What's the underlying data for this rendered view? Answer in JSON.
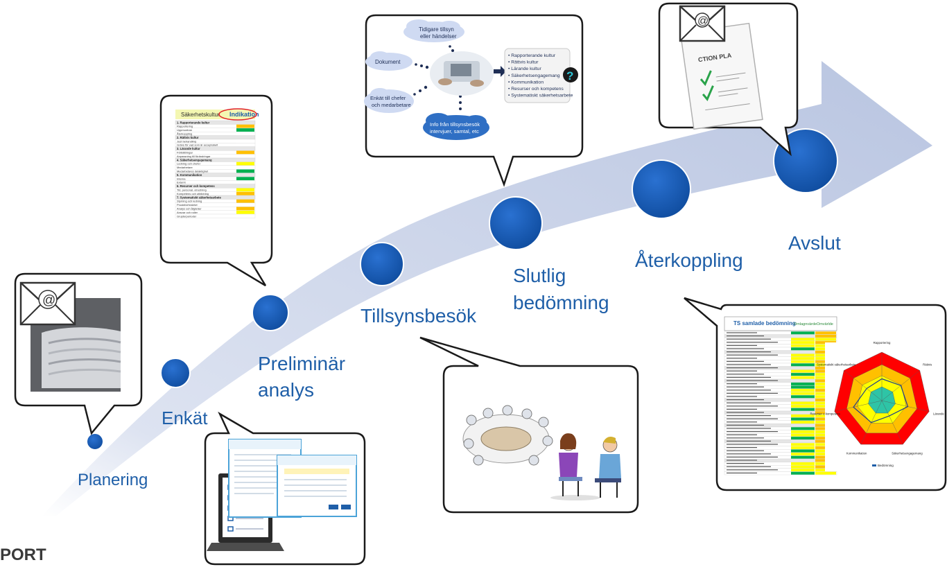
{
  "stages": [
    {
      "id": "planering",
      "label": "Planering"
    },
    {
      "id": "enkat",
      "label": "Enkät"
    },
    {
      "id": "preliminar",
      "label_line1": "Preliminär",
      "label_line2": "analys"
    },
    {
      "id": "tillsyn",
      "label": "Tillsynsbesök"
    },
    {
      "id": "slutlig",
      "label_line1": "Slutlig",
      "label_line2": "bedömning"
    },
    {
      "id": "aterkoppling",
      "label": "Återkoppling"
    },
    {
      "id": "avslut",
      "label": "Avslut"
    }
  ],
  "footer": {
    "brand_fragment": "PORT"
  },
  "bubbles": {
    "indication_table": {
      "title": "Säkerhetskultur",
      "title_highlight": "Indikation",
      "sections": [
        {
          "title": "1. Rapporterande kultur",
          "rows": [
            {
              "label": "Rapportering",
              "status": "orange"
            },
            {
              "label": "Uppmuntran",
              "status": "green"
            },
            {
              "label": "Återkoppling",
              "status": "none"
            }
          ]
        },
        {
          "title": "2. Rättvis kultur",
          "rows": [
            {
              "label": "Just behandling",
              "status": "none"
            },
            {
              "label": "Gräns för vad som är acceptabelt",
              "status": "none"
            }
          ]
        },
        {
          "title": "3. Lärande kultur",
          "rows": [
            {
              "label": "Förbättringar",
              "status": "orange"
            },
            {
              "label": "Anpassning till förändringar",
              "status": "none"
            }
          ]
        },
        {
          "title": "4. Säkerhetsengagemang",
          "rows": [
            {
              "label": "Ledning och chefer",
              "status": "yellow"
            },
            {
              "label": "Medarbetare",
              "status": "none"
            },
            {
              "label": "Medarbetares delaktighet",
              "status": "green"
            }
          ]
        },
        {
          "title": "5. Kommunikation",
          "rows": [
            {
              "label": "Interna",
              "status": "green"
            },
            {
              "label": "Externt",
              "status": "none"
            }
          ]
        },
        {
          "title": "6. Resurser och kompetens",
          "rows": [
            {
              "label": "Tid, personal, utrustning",
              "status": "yellow"
            },
            {
              "label": "Kompetens och utbildning",
              "status": "orange"
            }
          ]
        },
        {
          "title": "7. Systematiskt säkerhetsarbete",
          "rows": [
            {
              "label": "Styrning och ledning",
              "status": "orange"
            },
            {
              "label": "Proaktivt/reaktivt",
              "status": "none"
            },
            {
              "label": "Analys och åtgärder",
              "status": "orange"
            },
            {
              "label": "Ansvar och roller",
              "status": "yellow"
            },
            {
              "label": "Grupterperioder",
              "status": "none"
            }
          ]
        }
      ]
    },
    "inspection": {
      "cloud_previous": [
        "Tidigare tillsyn",
        "eller händelser"
      ],
      "cloud_document": "Dokument",
      "cloud_survey": [
        "Enkät till chefer",
        "och medarbetare"
      ],
      "cloud_info": [
        "Info från tillsynsbesök",
        "intervjuer, samtal, etc"
      ],
      "list_items": [
        "Rapporterande kultur",
        "Rättvis kultur",
        "Lärande kultur",
        "Säkerhetsengagemang",
        "Kommunikation",
        "Resurser och kompetens",
        "Systematiskt säkerhetsarbete"
      ],
      "question_mark": "?"
    },
    "action_plan": {
      "doc_title": "CTION PLA"
    },
    "assessment": {
      "title": "TS samlade bedömning",
      "col1": "Omlagnvärde",
      "col2": "Omvärlde"
    },
    "radar": {
      "axes": [
        "Rapportering",
        "Rättvis",
        "Lärande",
        "Säkerhetsengagemang",
        "Kommunikation",
        "Resurser o kompetens",
        "Systematiskt säkerhetsarbete"
      ],
      "legend": "Bedömning"
    }
  },
  "colors": {
    "arrow": "#c5cfe6",
    "node": "#1b5cb8",
    "label": "#1f5fa8",
    "bubble_border": "#1a1a1a",
    "status_green": "#00b050",
    "status_yellow": "#ffff00",
    "status_orange": "#ffc000",
    "status_red": "#ff0000"
  }
}
